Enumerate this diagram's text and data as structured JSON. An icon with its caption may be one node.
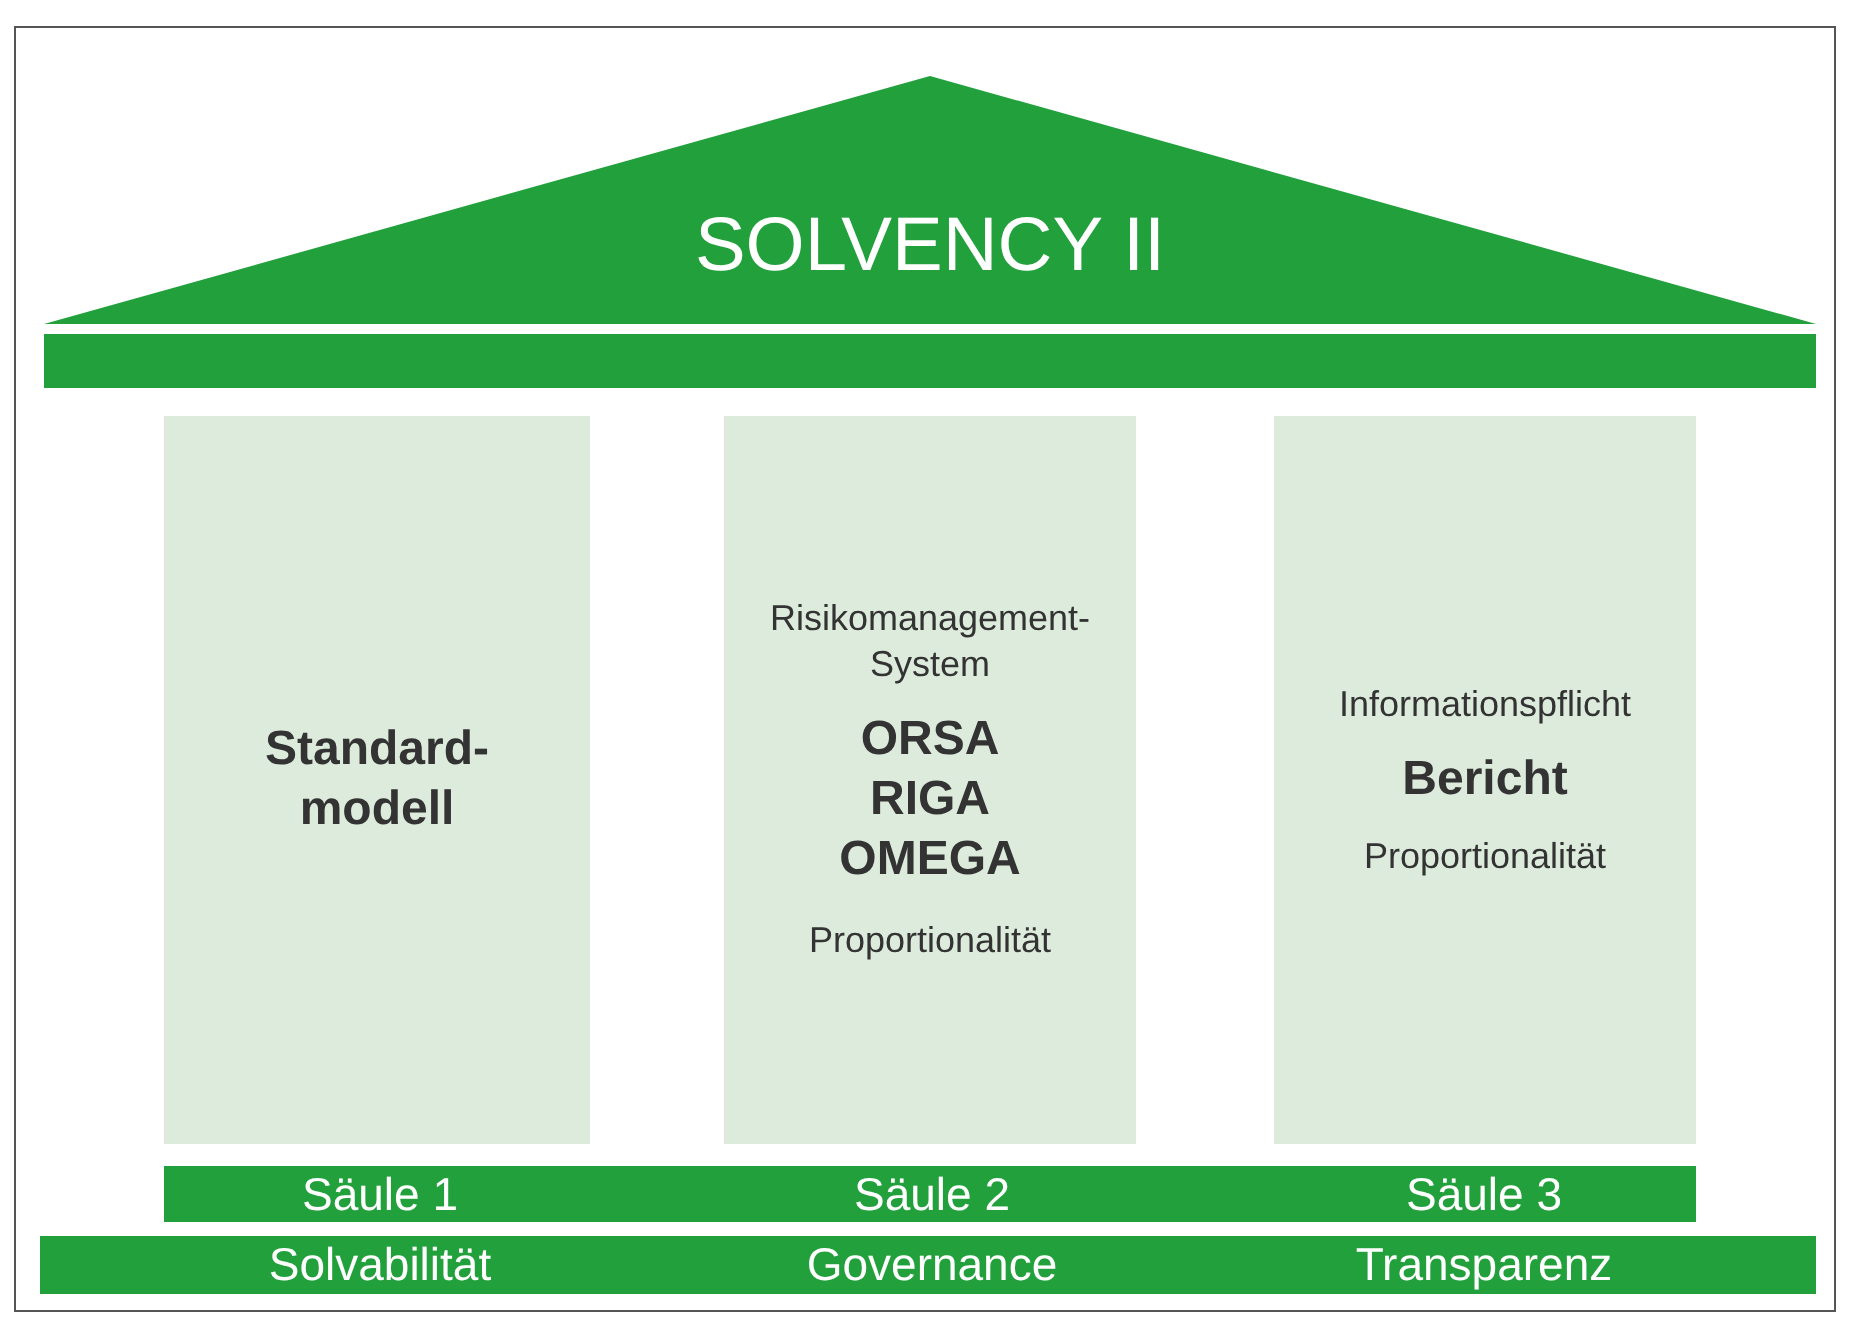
{
  "diagram": {
    "nodes": [
      {
        "text": [
          "SOLVENCY II"
        ]
      },
      {
        "text": [],
        "shape": "bar"
      },
      {
        "text": [
          "Standard-modell"
        ]
      },
      {
        "text": [
          "Risikomanagement-System",
          "ORSA",
          "RIGA",
          "OMEGA",
          "Proportionalität"
        ]
      },
      {
        "text": [
          "Informationspflicht",
          "Bericht",
          "Proportionalität"
        ]
      },
      {
        "text": [
          "Säule 1",
          "Säule 2",
          "Säule 3"
        ]
      },
      {
        "text": [
          "Solvabilität",
          "Governance",
          "Transparenz"
        ]
      }
    ]
  }
}
